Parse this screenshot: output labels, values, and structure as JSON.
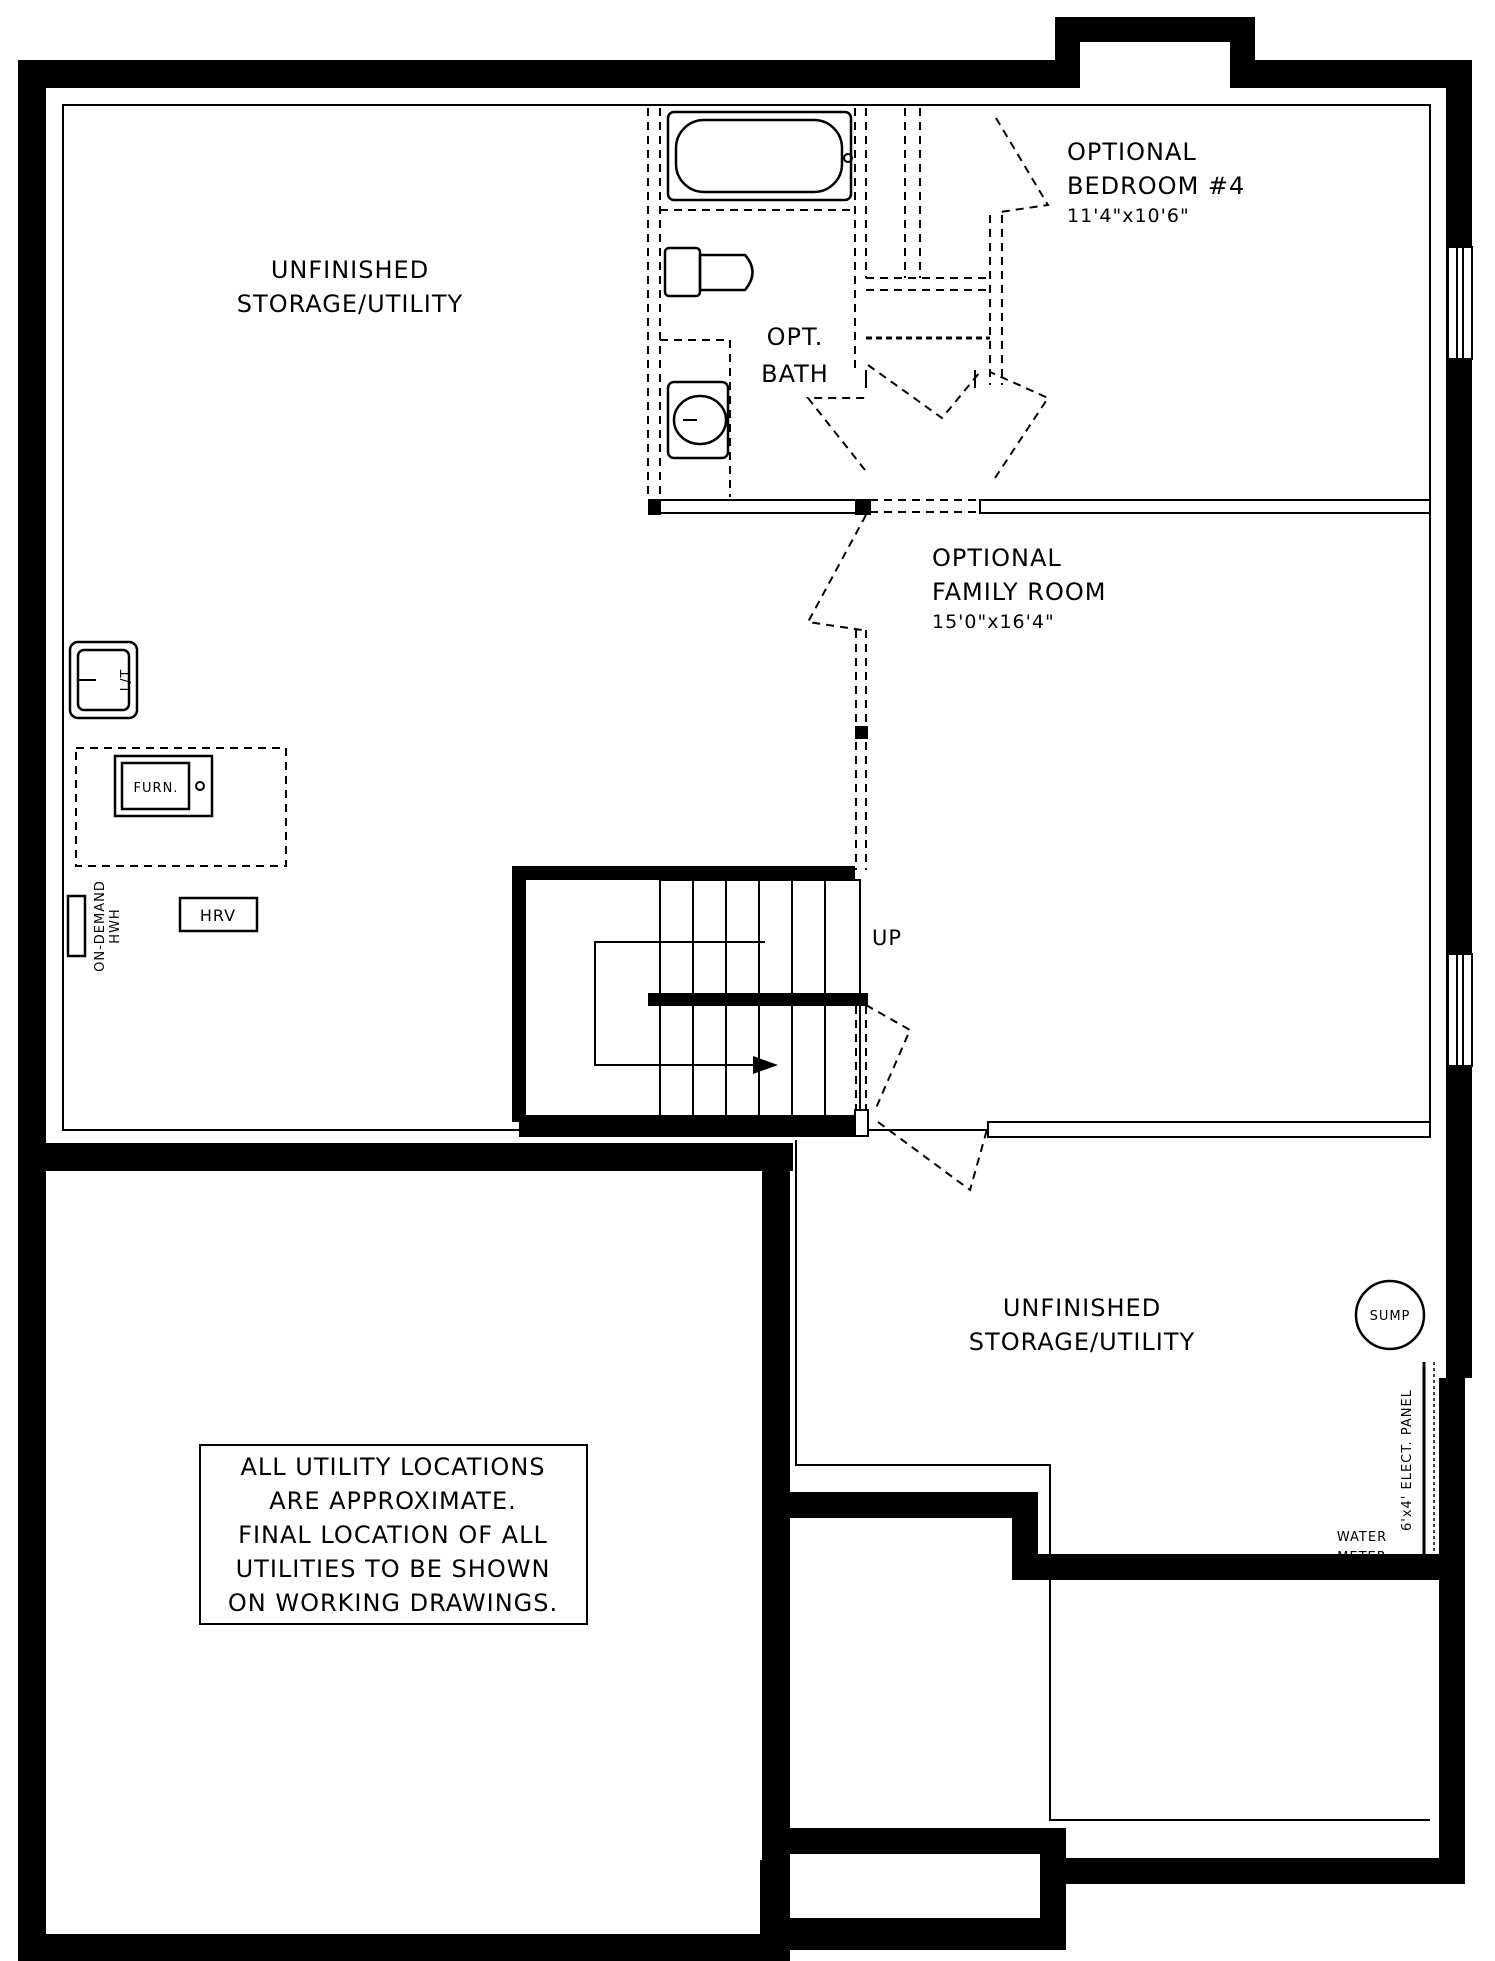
{
  "rooms": {
    "storage_utility_left": {
      "line1": "UNFINISHED",
      "line2": "STORAGE/UTILITY"
    },
    "bath": {
      "line1": "OPT.",
      "line2": "BATH"
    },
    "bedroom": {
      "line1": "OPTIONAL",
      "line2": "BEDROOM #4",
      "dims": "11'4\"x10'6\""
    },
    "family_room": {
      "line1": "OPTIONAL",
      "line2": "FAMILY ROOM",
      "dims": "15'0\"x16'4\""
    },
    "storage_utility_right": {
      "line1": "UNFINISHED",
      "line2": "STORAGE/UTILITY"
    }
  },
  "fixtures": {
    "laundry_tub": "L/T",
    "furnace": "FURN.",
    "hrv": "HRV",
    "hwh_line1": "ON-DEMAND",
    "hwh_line2": "HWH",
    "sump": "SUMP",
    "panel": "6'x4' ELECT. PANEL",
    "water_meter_line1": "WATER",
    "water_meter_line2": "METER",
    "stair": "UP"
  },
  "note": {
    "lines": [
      "ALL UTILITY LOCATIONS",
      "ARE APPROXIMATE.",
      "FINAL LOCATION OF ALL",
      "UTILITIES TO BE SHOWN",
      "ON WORKING DRAWINGS."
    ]
  }
}
